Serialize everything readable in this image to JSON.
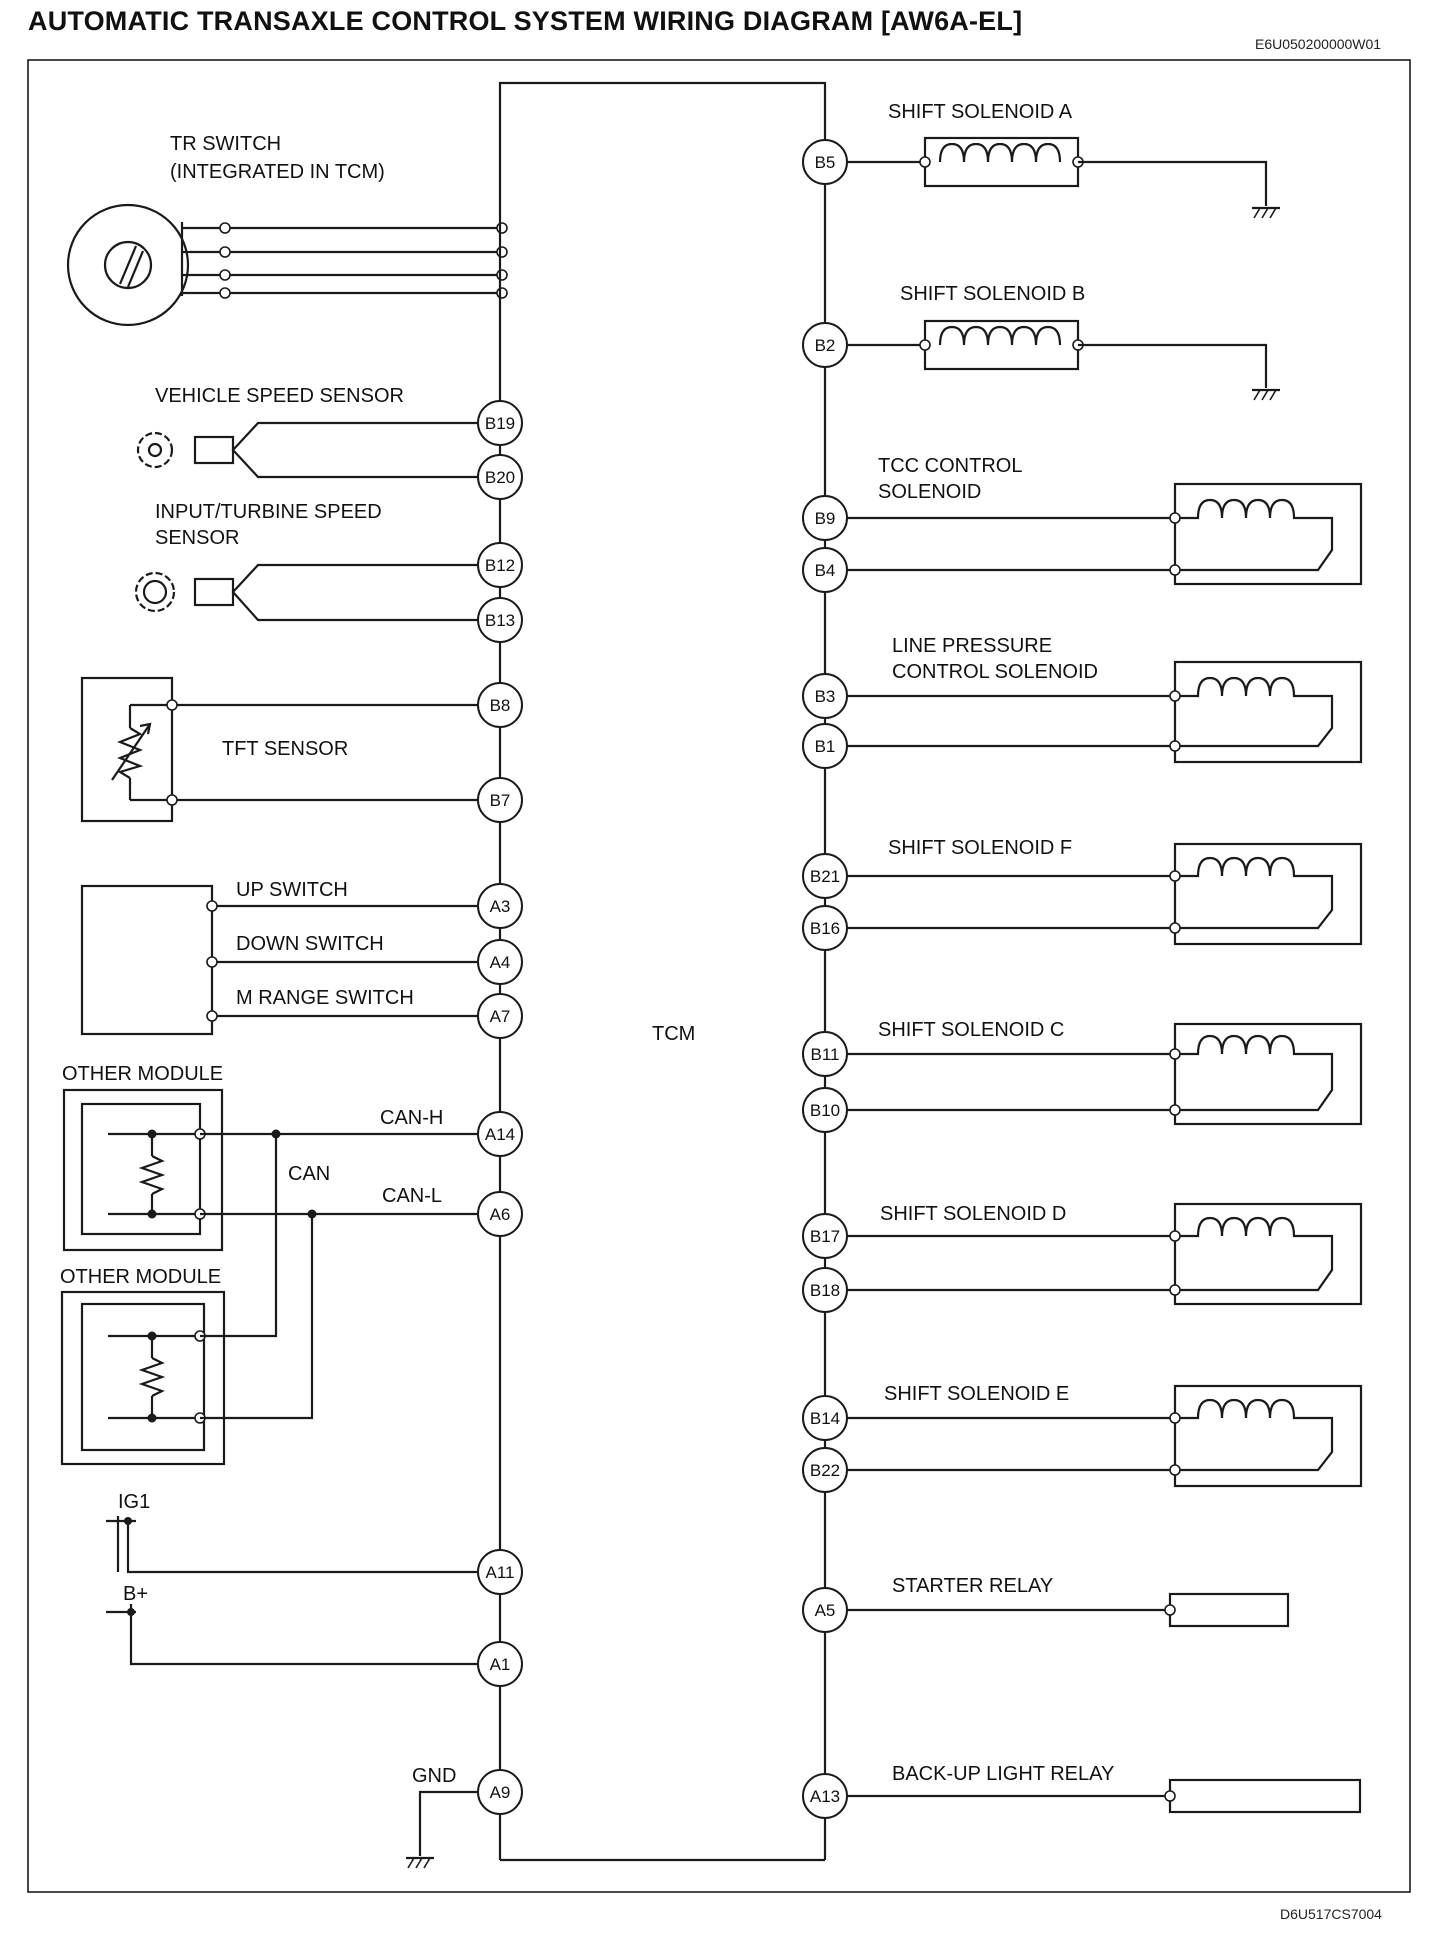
{
  "header": {
    "title": "AUTOMATIC TRANSAXLE CONTROL SYSTEM WIRING DIAGRAM [AW6A-EL]",
    "document_id": "E6U050200000W01"
  },
  "footer": {
    "figure_id": "D6U517CS7004"
  },
  "tcm": {
    "label": "TCM"
  },
  "left": {
    "tr_switch": {
      "line1": "TR SWITCH",
      "line2": "(INTEGRATED IN TCM)"
    },
    "vss": {
      "label": "VEHICLE SPEED SENSOR",
      "pins": [
        "B19",
        "B20"
      ]
    },
    "tss": {
      "line1": "INPUT/TURBINE SPEED",
      "line2": "SENSOR",
      "pins": [
        "B12",
        "B13"
      ]
    },
    "tft": {
      "label": "TFT SENSOR",
      "pins": [
        "B8",
        "B7"
      ]
    },
    "switches": {
      "up": "UP SWITCH",
      "down": "DOWN SWITCH",
      "mrange": "M RANGE SWITCH",
      "pins": [
        "A3",
        "A4",
        "A7"
      ]
    },
    "can": {
      "module1": "OTHER MODULE",
      "module2": "OTHER MODULE",
      "can": "CAN",
      "canh": "CAN-H",
      "canl": "CAN-L",
      "pins": [
        "A14",
        "A6"
      ]
    },
    "power": {
      "ig1": "IG1",
      "bplus": "B+",
      "gnd": "GND",
      "pins": [
        "A11",
        "A1",
        "A9"
      ]
    }
  },
  "right": {
    "ssa": {
      "label": "SHIFT SOLENOID A",
      "pins": [
        "B5"
      ]
    },
    "ssb": {
      "label": "SHIFT SOLENOID B",
      "pins": [
        "B2"
      ]
    },
    "tcc": {
      "line1": "TCC CONTROL",
      "line2": "SOLENOID",
      "pins": [
        "B9",
        "B4"
      ]
    },
    "lpc": {
      "line1": "LINE PRESSURE",
      "line2": "CONTROL SOLENOID",
      "pins": [
        "B3",
        "B1"
      ]
    },
    "ssf": {
      "label": "SHIFT SOLENOID F",
      "pins": [
        "B21",
        "B16"
      ]
    },
    "ssc": {
      "label": "SHIFT SOLENOID C",
      "pins": [
        "B11",
        "B10"
      ]
    },
    "ssd": {
      "label": "SHIFT SOLENOID D",
      "pins": [
        "B17",
        "B18"
      ]
    },
    "sse": {
      "label": "SHIFT SOLENOID E",
      "pins": [
        "B14",
        "B22"
      ]
    },
    "starter": {
      "label": "STARTER RELAY",
      "pins": [
        "A5"
      ]
    },
    "backup": {
      "label": "BACK-UP LIGHT RELAY",
      "pins": [
        "A13"
      ]
    }
  }
}
